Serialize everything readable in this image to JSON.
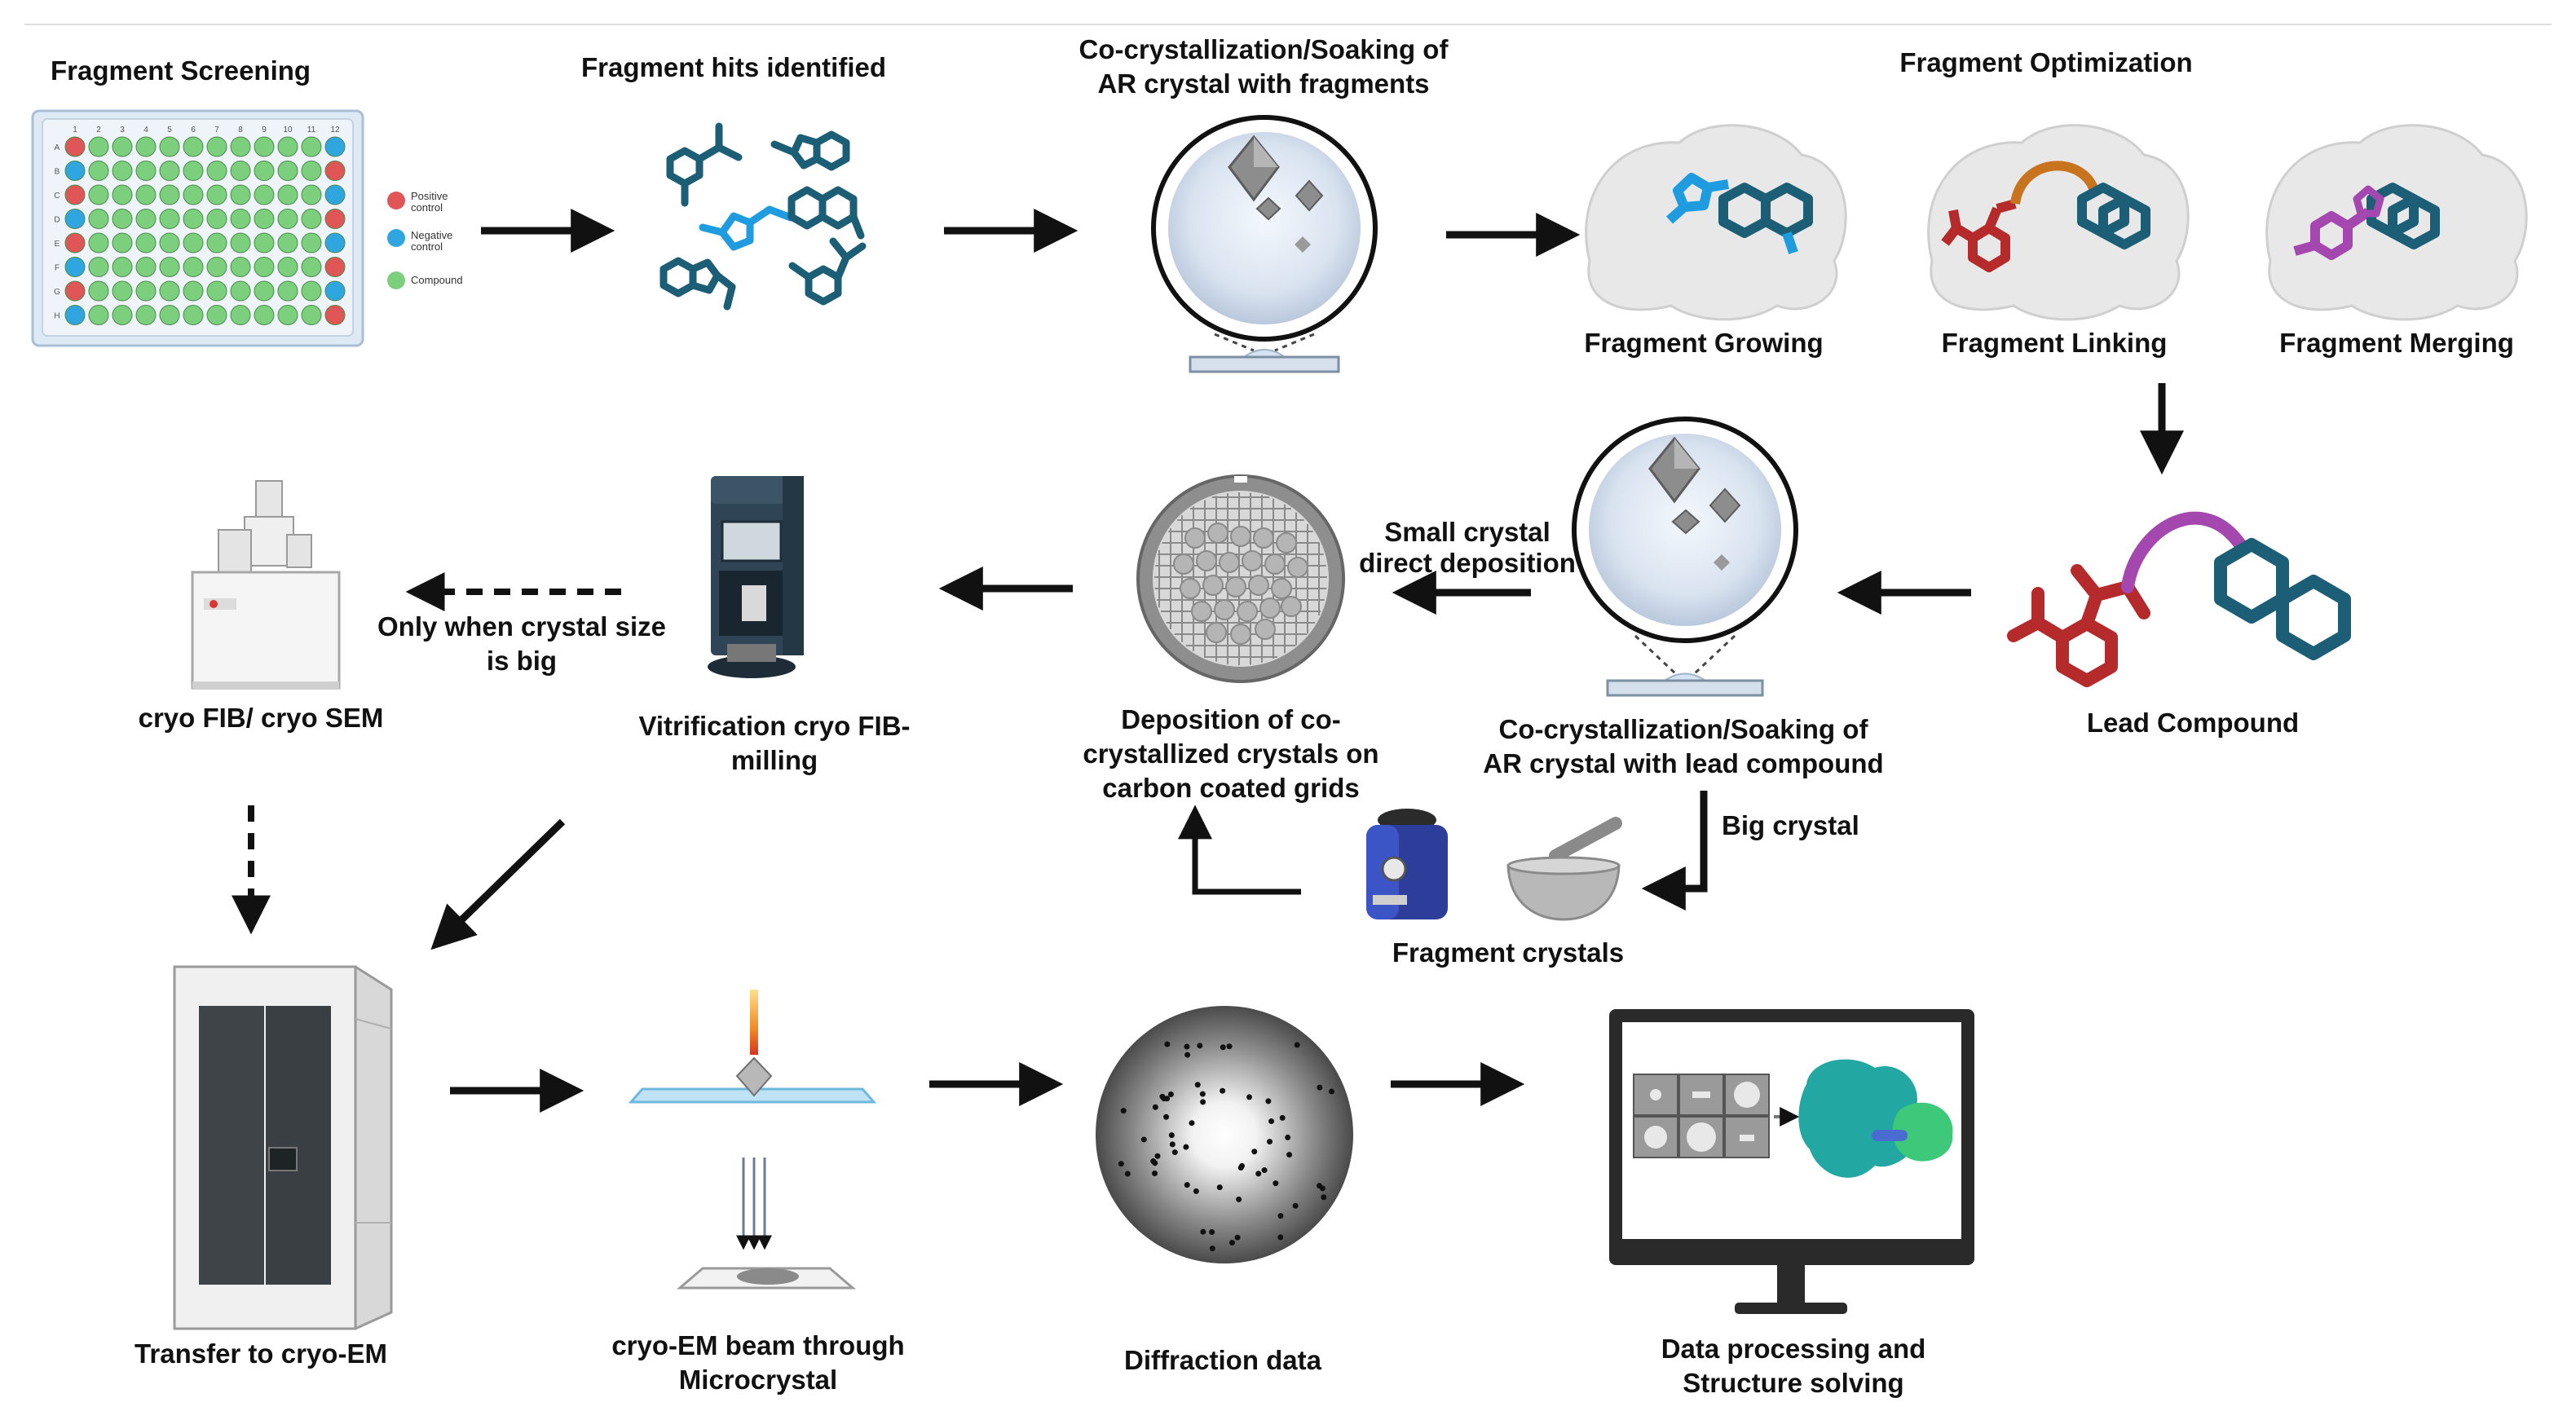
{
  "labels": {
    "fragment_screening": "Fragment Screening",
    "fragment_hits": "Fragment hits identified",
    "cocrystal_top_1": "Co-crystallization/Soaking of",
    "cocrystal_top_2": "AR crystal with fragments",
    "fragment_optimization": "Fragment Optimization",
    "fragment_growing": "Fragment Growing",
    "fragment_linking": "Fragment Linking",
    "fragment_merging": "Fragment Merging",
    "lead_compound": "Lead Compound",
    "cocrystal_lead_1": "Co-crystallization/Soaking of",
    "cocrystal_lead_2": "AR crystal with lead compound",
    "small_crystal_1": "Small crystal",
    "small_crystal_2": "direct deposition",
    "big_crystal": "Big crystal",
    "fragment_crystals": "Fragment crystals",
    "deposition_1": "Deposition of co-",
    "deposition_2": "crystallized crystals on",
    "deposition_3": "carbon coated grids",
    "vitrification_1": "Vitrification cryo FIB-",
    "vitrification_2": "milling",
    "only_when_1": "Only when crystal size",
    "only_when_2": "is big",
    "cryo_fib_sem": "cryo FIB/ cryo SEM",
    "transfer": "Transfer to cryo-EM",
    "beam_1": "cryo-EM beam through",
    "beam_2": "Microcrystal",
    "diffraction": "Diffraction data",
    "data_processing_1": "Data processing and",
    "data_processing_2": "Structure solving"
  },
  "plate": {
    "columns": [
      "1",
      "2",
      "3",
      "4",
      "5",
      "6",
      "7",
      "8",
      "9",
      "10",
      "11",
      "12"
    ],
    "rows": [
      "A",
      "B",
      "C",
      "D",
      "E",
      "F",
      "G",
      "H"
    ],
    "legend": [
      {
        "label": "Positive\ncontrol",
        "color": "#e05555"
      },
      {
        "label": "Negative\ncontrol",
        "color": "#2fa6e0"
      },
      {
        "label": "Compound",
        "color": "#7ccf7c"
      }
    ]
  },
  "colors": {
    "arrow": "#111111",
    "fragment_teal": "#1b5e75",
    "fragment_blue": "#1f9be0",
    "linker_orange": "#c8741f",
    "linker_purple": "#a448b0",
    "lead_red": "#b52a2a",
    "protein_teal": "#22a7a2",
    "protein_green": "#3ec87a"
  }
}
